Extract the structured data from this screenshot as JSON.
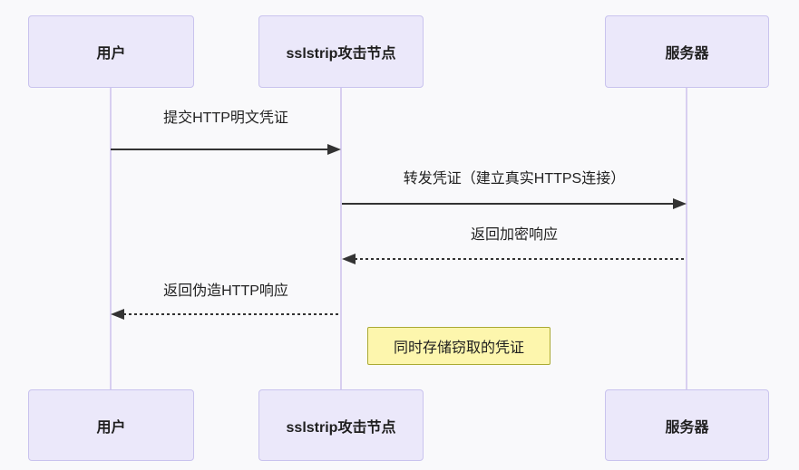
{
  "diagram_type": "sequence-diagram",
  "actors": [
    {
      "id": "user",
      "label": "用户"
    },
    {
      "id": "attacker",
      "label": "sslstrip攻击节点"
    },
    {
      "id": "server",
      "label": "服务器"
    }
  ],
  "messages": [
    {
      "label": "提交HTTP明文凭证",
      "from": "用户",
      "to": "sslstrip攻击节点",
      "line": "solid",
      "direction": "right"
    },
    {
      "label": "转发凭证（建立真实HTTPS连接）",
      "from": "sslstrip攻击节点",
      "to": "服务器",
      "line": "solid",
      "direction": "right"
    },
    {
      "label": "返回加密响应",
      "from": "服务器",
      "to": "sslstrip攻击节点",
      "line": "dashed",
      "direction": "left"
    },
    {
      "label": "返回伪造HTTP响应",
      "from": "sslstrip攻击节点",
      "to": "用户",
      "line": "dashed",
      "direction": "left"
    }
  ],
  "note": {
    "label": "同时存储窃取的凭证",
    "attached_to": "sslstrip攻击节点"
  },
  "colors": {
    "background": "#f9f9fb",
    "actor_fill": "#ebe8fa",
    "actor_border": "#c9c3ee",
    "lifeline": "#d8cff0",
    "arrow": "#333333",
    "text": "#222222",
    "note_fill": "#fdf6ad",
    "note_border": "#aaaa33"
  }
}
